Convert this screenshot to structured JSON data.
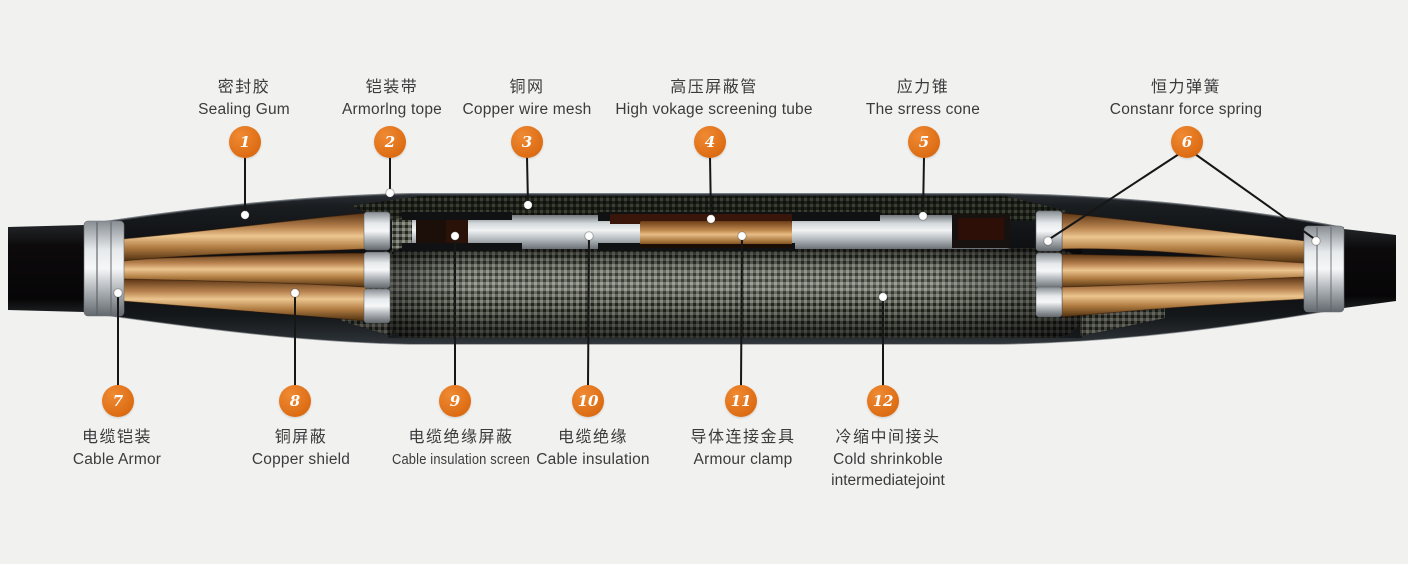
{
  "diagram": {
    "kind": "cold-shrink cable intermediate joint cutaway",
    "colors": {
      "background": "#f1f1ef",
      "badge_orange": "#e0711e",
      "label_text": "#3b3b3d",
      "leader_line": "#161616",
      "leader_dot": "#ffffff",
      "jacket_black": "#0c0d0f",
      "silver": "#d4d9dc",
      "copper": "#c08a4f",
      "mesh_gray": "#5d6057"
    },
    "callouts": [
      {
        "num": "1",
        "zh": "密封胶",
        "en": "Sealing Gum"
      },
      {
        "num": "2",
        "zh": "铠装带",
        "en": "Armorlng tope"
      },
      {
        "num": "3",
        "zh": "铜网",
        "en": "Copper wire mesh"
      },
      {
        "num": "4",
        "zh": "高压屏蔽管",
        "en": "High vokage screening tube"
      },
      {
        "num": "5",
        "zh": "应力锥",
        "en": "The srress cone"
      },
      {
        "num": "6",
        "zh": "恒力弹簧",
        "en": "Constanr force spring"
      },
      {
        "num": "7",
        "zh": "电缆铠装",
        "en": "Cable Armor"
      },
      {
        "num": "8",
        "zh": "铜屏蔽",
        "en": "Copper shield"
      },
      {
        "num": "9",
        "zh": "电缆绝缘屏蔽",
        "en": "Cable insulation screen"
      },
      {
        "num": "10",
        "zh": "电缆绝缘",
        "en": "Cable insulation"
      },
      {
        "num": "11",
        "zh": "导体连接金具",
        "en": "Armour clamp"
      },
      {
        "num": "12",
        "zh": "冷缩中间接头",
        "en": "Cold shrinkoble",
        "en2": "intermediatejoint"
      }
    ]
  }
}
